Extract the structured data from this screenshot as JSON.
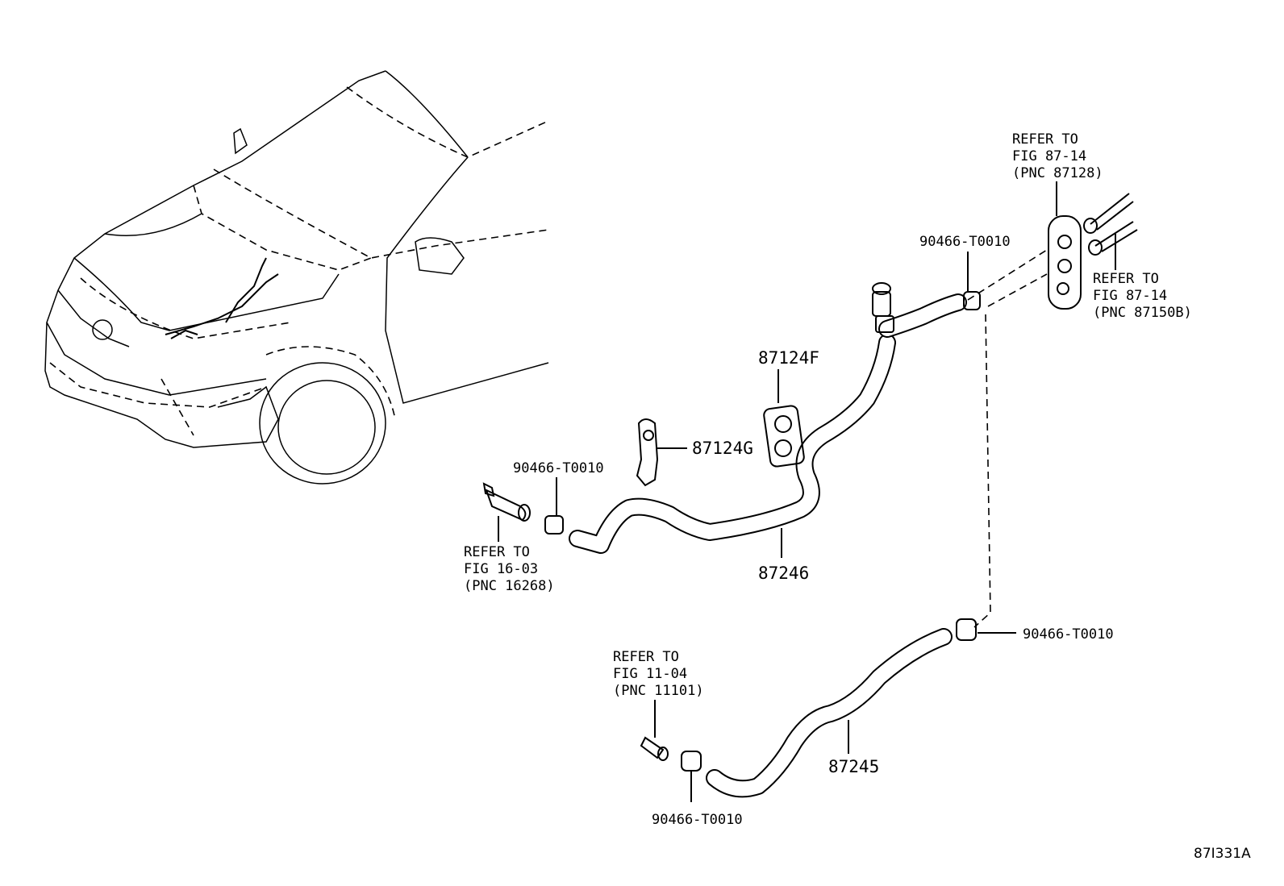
{
  "colors": {
    "ink": "#000000",
    "paper": "#ffffff"
  },
  "labels": {
    "refer_top_a": [
      "REFER TO",
      "FIG 87-14",
      "(PNC 87128)"
    ],
    "refer_top_b": [
      "REFER TO",
      "FIG 87-14",
      "(PNC 87150B)"
    ],
    "refer_left": [
      "REFER TO",
      "FIG 16-03",
      "(PNC 16268)"
    ],
    "refer_bottom": [
      "REFER TO",
      "FIG 11-04",
      "(PNC 11101)"
    ],
    "clamp_top": "90466-T0010",
    "clamp_left": "90466-T0010",
    "clamp_right": "90466-T0010",
    "clamp_bottom": "90466-T0010",
    "part_87124F": "87124F",
    "part_87124G": "87124G",
    "part_87246": "87246",
    "part_87245": "87245",
    "illustration_id": "87I331A"
  }
}
